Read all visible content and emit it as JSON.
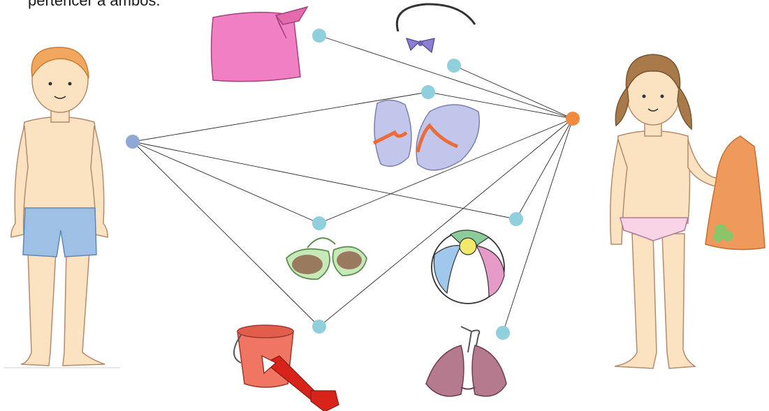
{
  "instruction_text": "pertencer a ambos.",
  "colors": {
    "item_dot": "#8fd0dc",
    "boy_dot": "#8fa8d4",
    "girl_dot": "#f08a3c",
    "line": "#2a2a2a"
  },
  "characters": [
    {
      "id": "boy",
      "icon": "boy-in-swim-trunks"
    },
    {
      "id": "girl",
      "icon": "girl-in-bikini-bottom-holding-towel"
    }
  ],
  "items": [
    {
      "id": "sarong",
      "icon": "pink-sarong-icon"
    },
    {
      "id": "headband",
      "icon": "bow-headband-icon"
    },
    {
      "id": "flip-flops",
      "icon": "flip-flops-icon"
    },
    {
      "id": "sunglasses",
      "icon": "sunglasses-icon"
    },
    {
      "id": "beach-ball",
      "icon": "beach-ball-icon"
    },
    {
      "id": "bucket-shovel",
      "icon": "bucket-and-shovel-icon"
    },
    {
      "id": "bikini-top",
      "icon": "bikini-top-icon"
    }
  ],
  "connections": {
    "boy": [
      "flip-flops",
      "sunglasses",
      "beach-ball",
      "bucket-shovel"
    ],
    "girl": [
      "sarong",
      "headband",
      "flip-flops",
      "sunglasses",
      "beach-ball",
      "bucket-shovel",
      "bikini-top"
    ]
  }
}
